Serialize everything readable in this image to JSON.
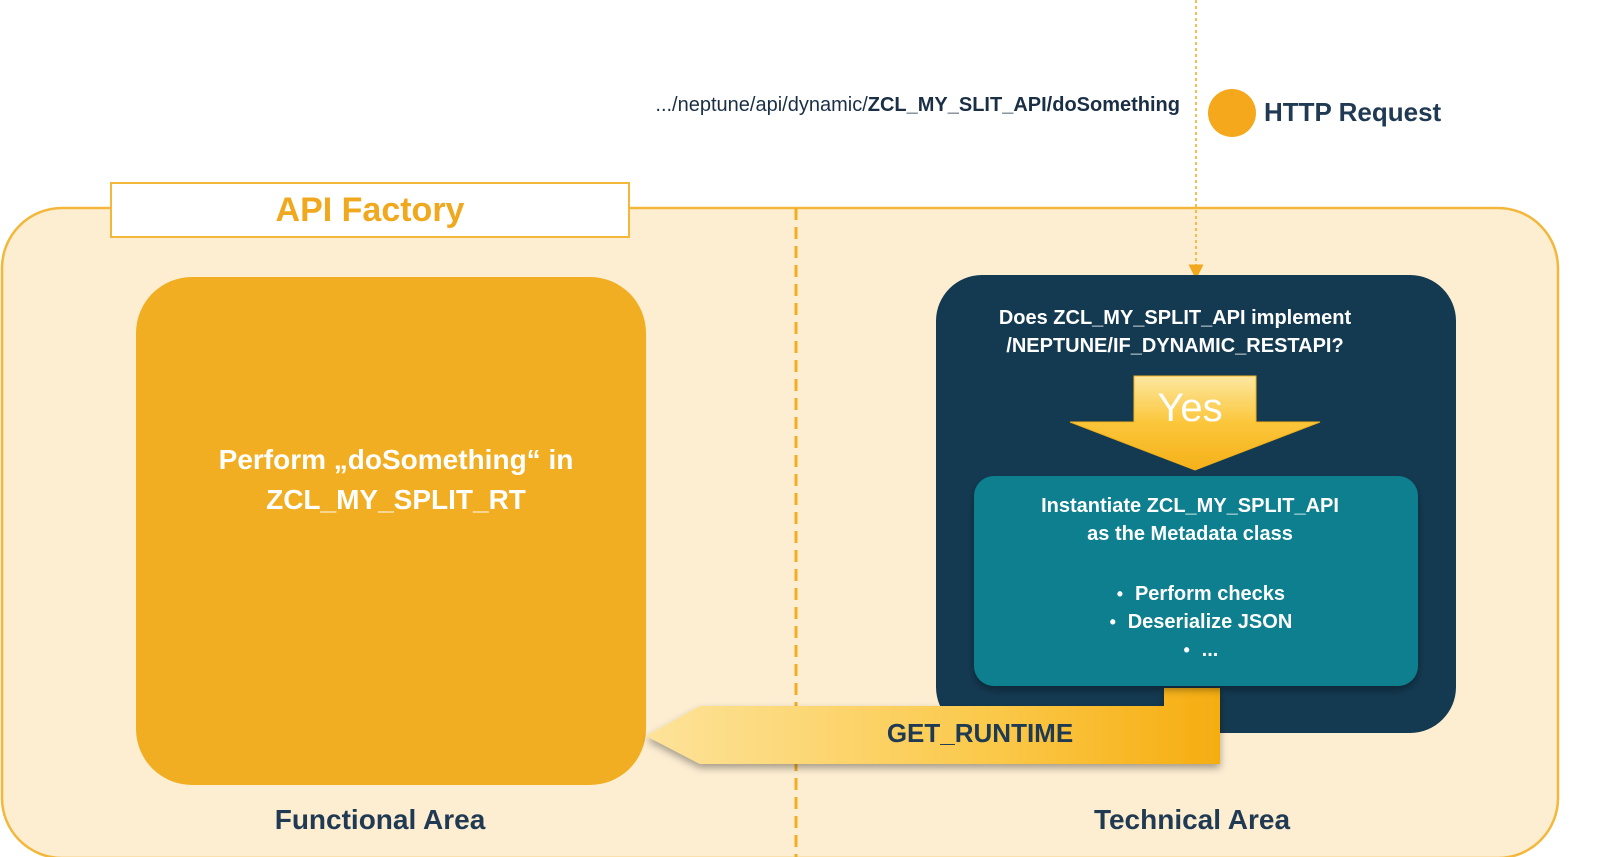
{
  "request": {
    "url_prefix": ".../neptune/api/dynamic/",
    "url_path": "ZCL_MY_SLIT_API/doSomething",
    "label": "HTTP Request"
  },
  "factory": {
    "title": "API Factory"
  },
  "functional": {
    "line1": "Perform „doSomething“ in",
    "line2": "ZCL_MY_SPLIT_RT",
    "area_label": "Functional Area"
  },
  "technical": {
    "question_line1": "Does ZCL_MY_SPLIT_API implement",
    "question_line2": "/NEPTUNE/IF_DYNAMIC_RESTAPI?",
    "answer": "Yes",
    "instantiate_line1": "Instantiate ZCL_MY_SPLIT_API",
    "instantiate_line2": "as  the Metadata class",
    "steps": [
      "Perform checks",
      "Deserialize JSON",
      "..."
    ],
    "area_label": "Technical Area"
  },
  "runtime_call": {
    "label": "GET_RUNTIME"
  },
  "colors": {
    "factory_fill": "#fdeed2",
    "factory_border": "#f2b73b",
    "functional_box": "#f2ae22",
    "technical_box": "#143a52",
    "metadata_box": "#0e7f8e",
    "arrow_yellow": "#fbc63a",
    "text_dark": "#1f3a52"
  }
}
